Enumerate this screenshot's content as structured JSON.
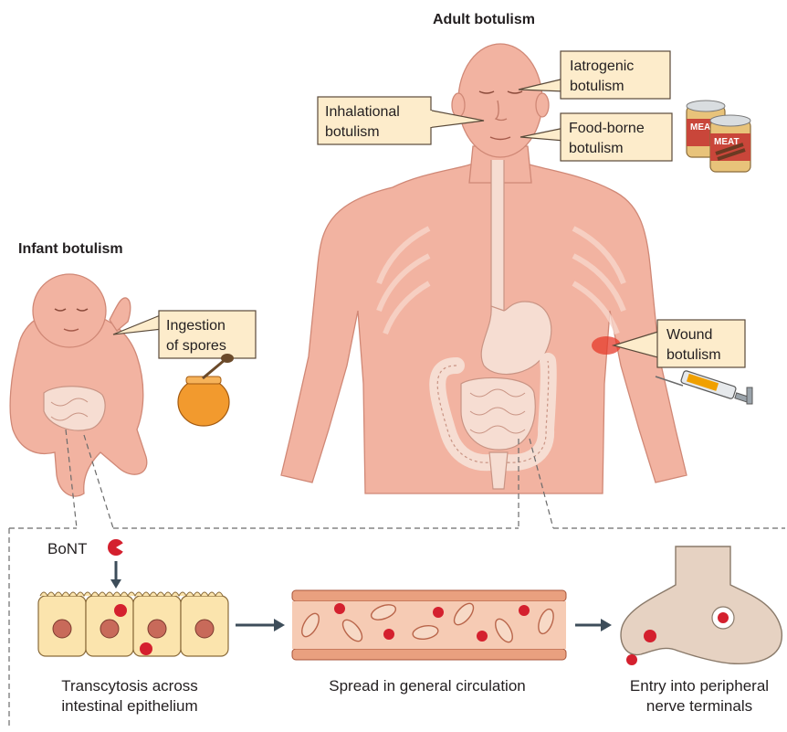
{
  "titles": {
    "adult": "Adult botulism",
    "infant": "Infant botulism"
  },
  "callouts": {
    "iatrogenic": [
      "Iatrogenic",
      "botulism"
    ],
    "inhalational": [
      "Inhalational",
      "botulism"
    ],
    "foodborne": [
      "Food-borne",
      "botulism"
    ],
    "wound": [
      "Wound",
      "botulism"
    ],
    "ingestion": [
      "Ingestion",
      "of spores"
    ]
  },
  "can_label": "MEAT",
  "bont_label": "BoNT",
  "steps": {
    "transcytosis": [
      "Transcytosis across",
      "intestinal epithelium"
    ],
    "spread": [
      "Spread in general circulation"
    ],
    "entry": [
      "Entry into peripheral",
      "nerve terminals"
    ]
  },
  "colors": {
    "skin": "#f2b3a1",
    "callout": "#fdeccb",
    "toxin": "#d4202e",
    "vessel": "#e79a7a",
    "nerve": "#e6d2c2",
    "arrow": "#3d4d5a"
  }
}
